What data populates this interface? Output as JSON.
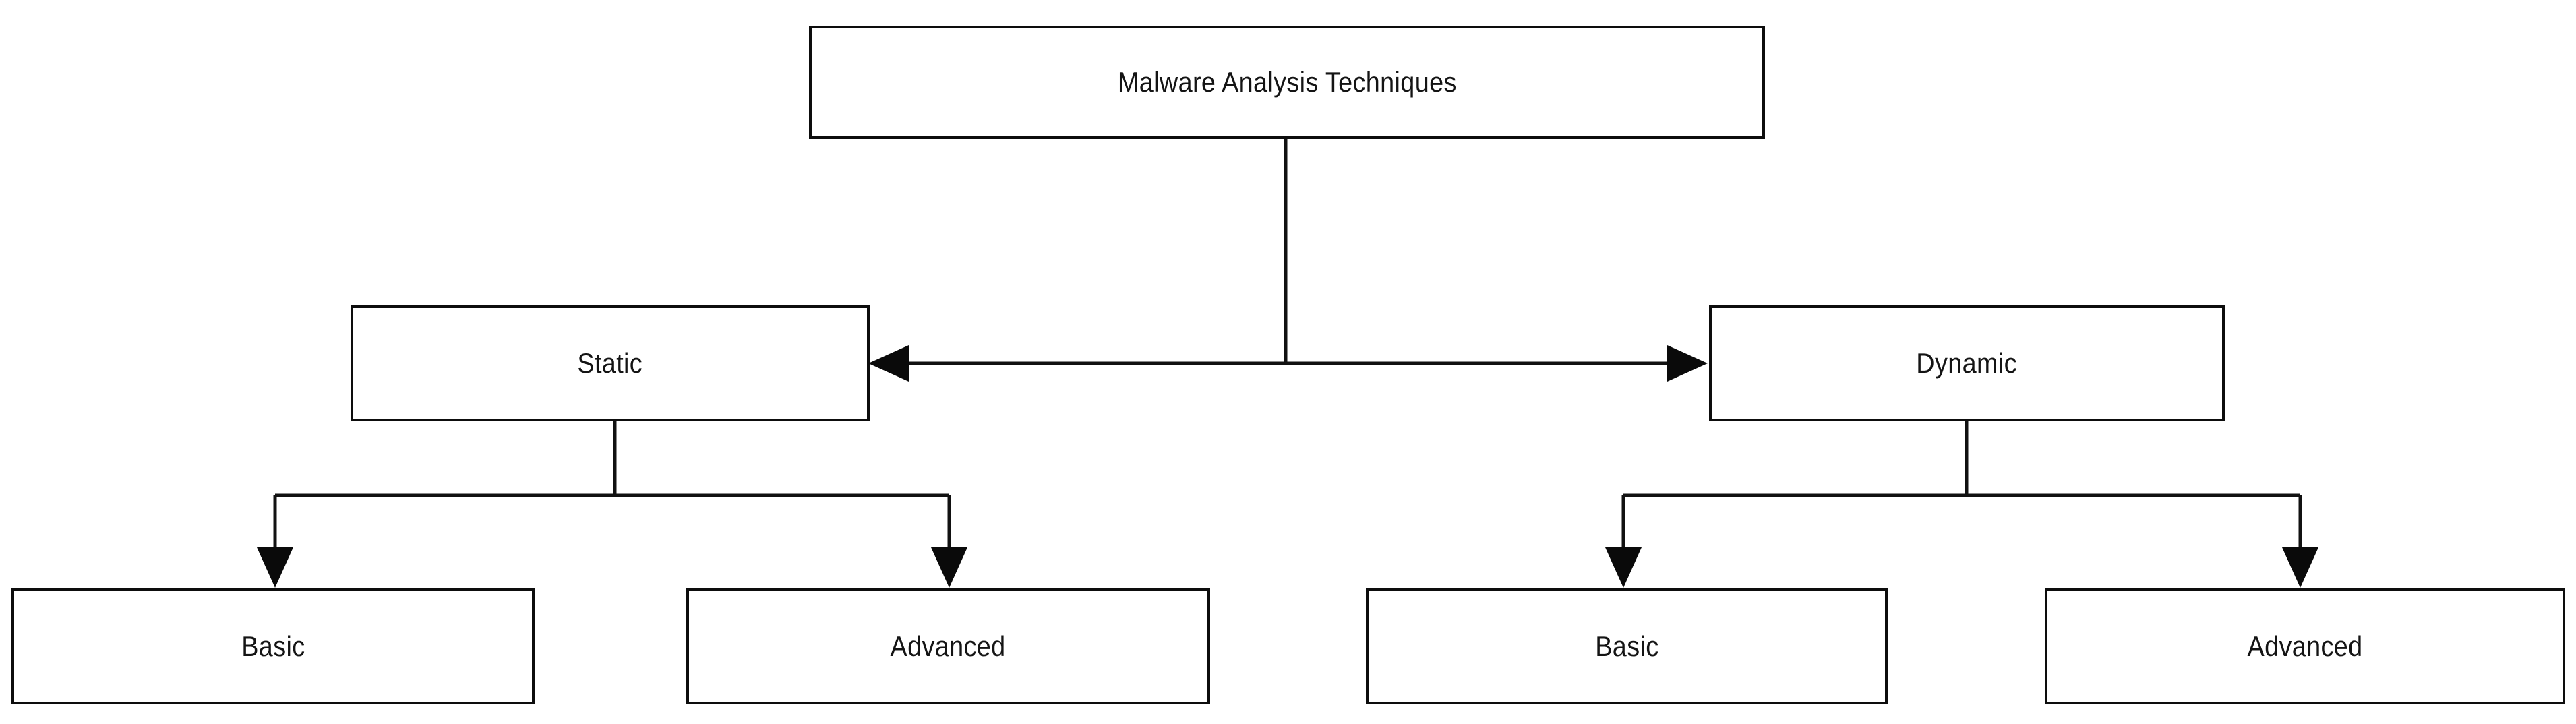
{
  "diagram": {
    "title": "Malware Analysis Techniques",
    "type": "hierarchy-tree",
    "background_color": "#ffffff",
    "stroke_color": "#111111",
    "text_color": "#141414",
    "nodes": {
      "root": {
        "label": "Malware Analysis Techniques"
      },
      "static": {
        "label": "Static"
      },
      "dynamic": {
        "label": "Dynamic"
      },
      "static_basic": {
        "label": "Basic"
      },
      "static_advanced": {
        "label": "Advanced"
      },
      "dynamic_basic": {
        "label": "Basic"
      },
      "dynamic_advanced": {
        "label": "Advanced"
      }
    },
    "edges": [
      {
        "from": "root",
        "to": "static",
        "arrow": "left"
      },
      {
        "from": "root",
        "to": "dynamic",
        "arrow": "right"
      },
      {
        "from": "static",
        "to": "static_basic",
        "arrow": "down"
      },
      {
        "from": "static",
        "to": "static_advanced",
        "arrow": "down"
      },
      {
        "from": "dynamic",
        "to": "dynamic_basic",
        "arrow": "down"
      },
      {
        "from": "dynamic",
        "to": "dynamic_advanced",
        "arrow": "down"
      }
    ]
  }
}
